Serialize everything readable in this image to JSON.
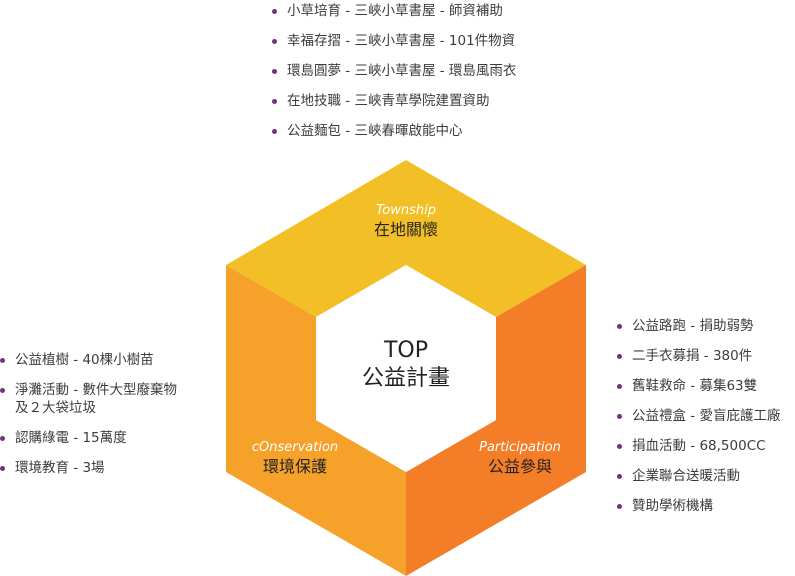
{
  "center": {
    "title": "TOP",
    "subtitle": "公益計畫"
  },
  "segments": {
    "township": {
      "en": "Township",
      "zh": "在地關懷",
      "color": "#f2bf27"
    },
    "conservation": {
      "en": "cOnservation",
      "zh": "環境保護",
      "color": "#f5a12a"
    },
    "participation": {
      "en": "Participation",
      "zh": "公益參與",
      "color": "#f47d28"
    }
  },
  "colors": {
    "bullet": "#7b2d86",
    "text": "#3c3c3c"
  },
  "township_items": [
    "小草培育 - 三峽小草書屋 - 師資補助",
    "幸福存摺 - 三峽小草書屋 - 101件物資",
    "環島圓夢 - 三峽小草書屋 - 環島風雨衣",
    "在地技職 - 三峽青草學院建置資助",
    "公益麵包 - 三峽春暉啟能中心"
  ],
  "conservation_items": [
    "公益植樹 -  40棵小樹苗",
    "淨灘活動 - 數件大型廢棄物",
    "及２大袋垃圾",
    "認購綠電 - 15萬度",
    "環境教育 - 3場"
  ],
  "participation_items": [
    "公益路跑 - 捐助弱勢",
    "二手衣募捐 - 380件",
    "舊鞋救命 - 募集63雙",
    "公益禮盒 - 愛盲庇護工廠",
    "捐血活動 - 68,500CC",
    "企業聯合送暖活動",
    "贊助學術機構"
  ]
}
